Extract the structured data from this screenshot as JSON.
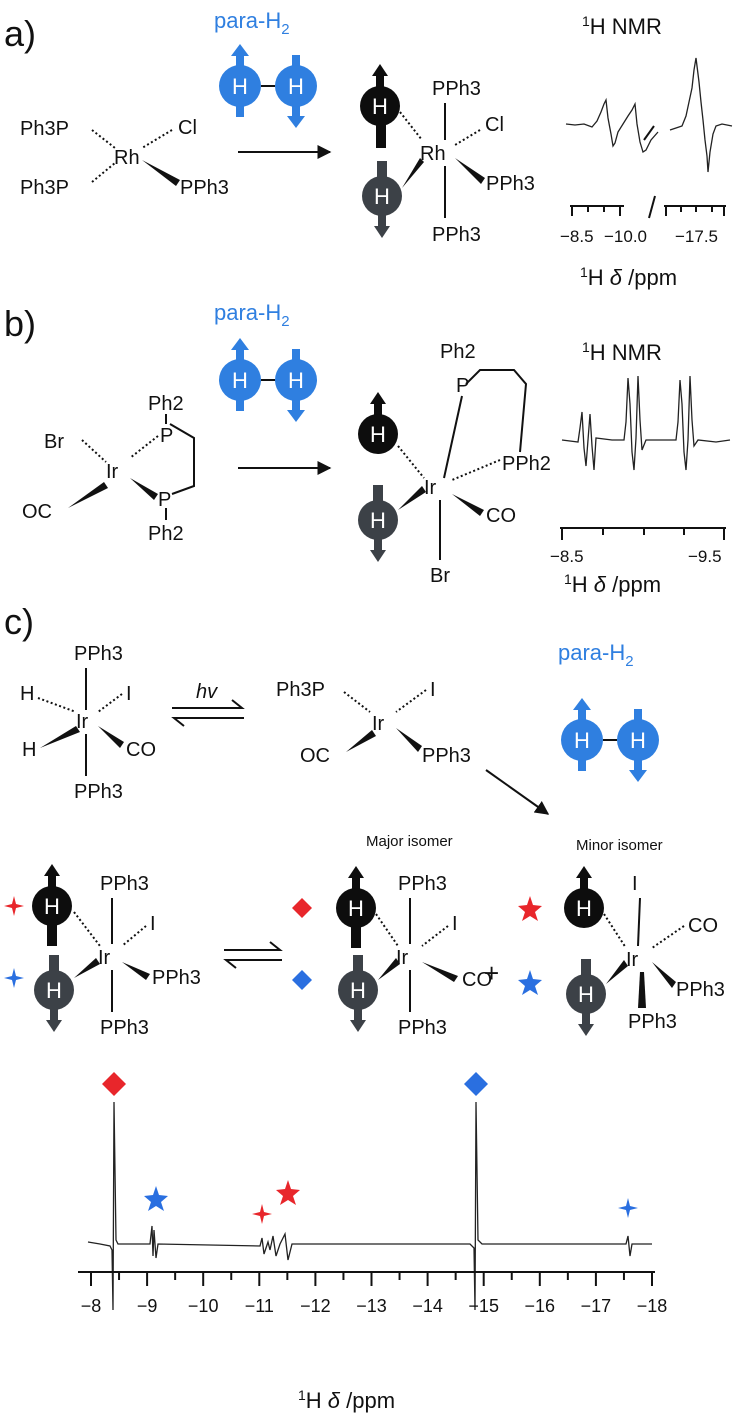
{
  "panels": {
    "a": {
      "label": "a)"
    },
    "b": {
      "label": "b)"
    },
    "c": {
      "label": "c)"
    }
  },
  "common": {
    "para_h2": "para-H",
    "para_h2_sub": "2",
    "nmr_sup": "1",
    "nmr_title": "H NMR",
    "axis_sup": "1",
    "axis_h": "H ",
    "axis_delta": "δ",
    "axis_unit": " /ppm",
    "h_letter": "H"
  },
  "panel_a": {
    "reactant": {
      "ph3p_top": "Ph3P",
      "cl": "Cl",
      "metal": "Rh",
      "ph3p_bottom": "Ph3P",
      "pph3": "PPh3"
    },
    "product": {
      "pph3_top": "PPh3",
      "cl": "Cl",
      "metal": "Rh",
      "pph3_right": "PPh3",
      "pph3_bottom": "PPh3"
    },
    "spectrum_ticks": [
      "−8.5",
      "−10.0",
      "−17.5"
    ]
  },
  "panel_b": {
    "reactant": {
      "br": "Br",
      "metal": "Ir",
      "oc": "OC",
      "ph2_top": "Ph2",
      "p_top": "P",
      "p_bottom": "P",
      "ph2_bottom": "Ph2"
    },
    "product": {
      "ph2": "Ph2",
      "p": "P",
      "pph2": "PPh2",
      "metal": "Ir",
      "co": "CO",
      "br": "Br"
    },
    "spectrum_ticks": [
      "−8.5",
      "−9.5"
    ]
  },
  "panel_c": {
    "hv": "hv",
    "start": {
      "pph3_top": "PPh3",
      "h1": "H",
      "i": "I",
      "metal": "Ir",
      "h2": "H",
      "co": "CO",
      "pph3_bottom": "PPh3"
    },
    "intermediate": {
      "ph3p": "Ph3P",
      "i": "I",
      "metal": "Ir",
      "oc": "OC",
      "pph3": "PPh3"
    },
    "major_label": "Major isomer",
    "minor_label": "Minor isomer",
    "plus": "+",
    "left": {
      "pph3_top": "PPh3",
      "i": "I",
      "metal": "Ir",
      "pph3_right": "PPh3",
      "pph3_bottom": "PPh3"
    },
    "major": {
      "pph3_top": "PPh3",
      "i": "I",
      "metal": "Ir",
      "co": "CO",
      "pph3_bottom": "PPh3"
    },
    "minor": {
      "i": "I",
      "co": "CO",
      "metal": "Ir",
      "pph3_right": "PPh3",
      "pph3_bottom": "PPh3"
    },
    "spectrum_ticks": [
      "−8",
      "−9",
      "−10",
      "−11",
      "−12",
      "−13",
      "−14",
      "−15",
      "−16",
      "−17",
      "−18"
    ]
  },
  "colors": {
    "para_blue": "#2f7fe0",
    "h_black": "#0d0d0d",
    "h_grey": "#3c4147",
    "red_marker": "#e8262b",
    "blue_marker": "#2a6fe0"
  }
}
